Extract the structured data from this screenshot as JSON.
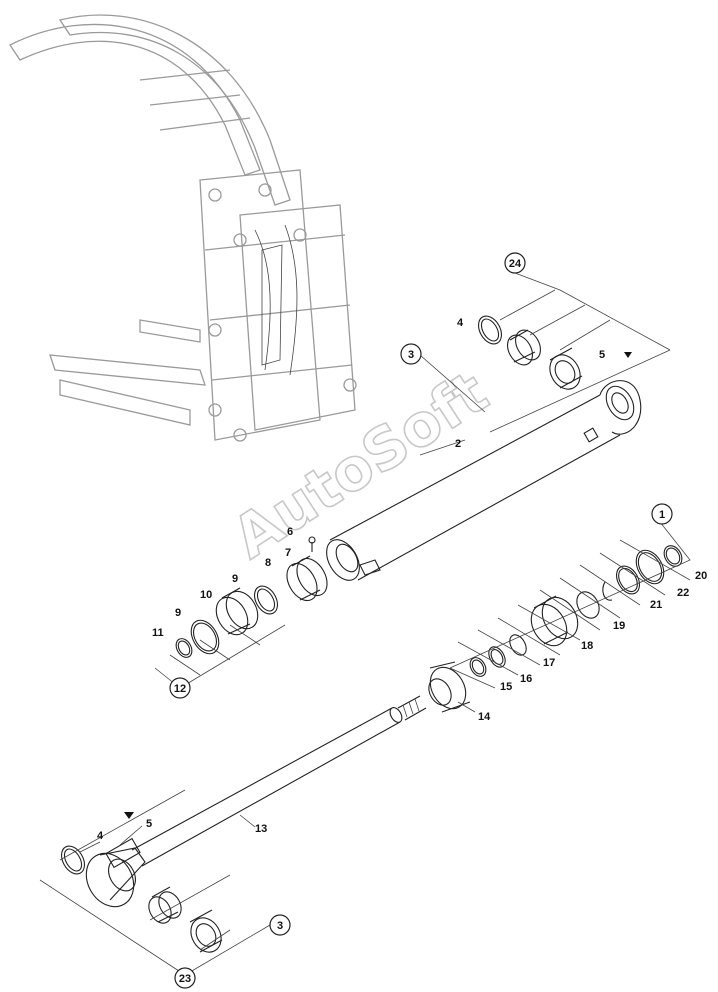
{
  "watermark": "AutoSoft",
  "callouts": {
    "c1": "1",
    "c2": "2",
    "c3a": "3",
    "c3b": "3",
    "c4a": "4",
    "c4b": "4",
    "c5a": "5",
    "c5b": "5",
    "c6": "6",
    "c7": "7",
    "c8": "8",
    "c9a": "9",
    "c9b": "9",
    "c10": "10",
    "c11": "11",
    "c12": "12",
    "c13": "13",
    "c14": "14",
    "c15": "15",
    "c16": "16",
    "c17": "17",
    "c18": "18",
    "c19": "19",
    "c20": "20",
    "c21": "21",
    "c22": "22",
    "c23": "23",
    "c24": "24"
  }
}
